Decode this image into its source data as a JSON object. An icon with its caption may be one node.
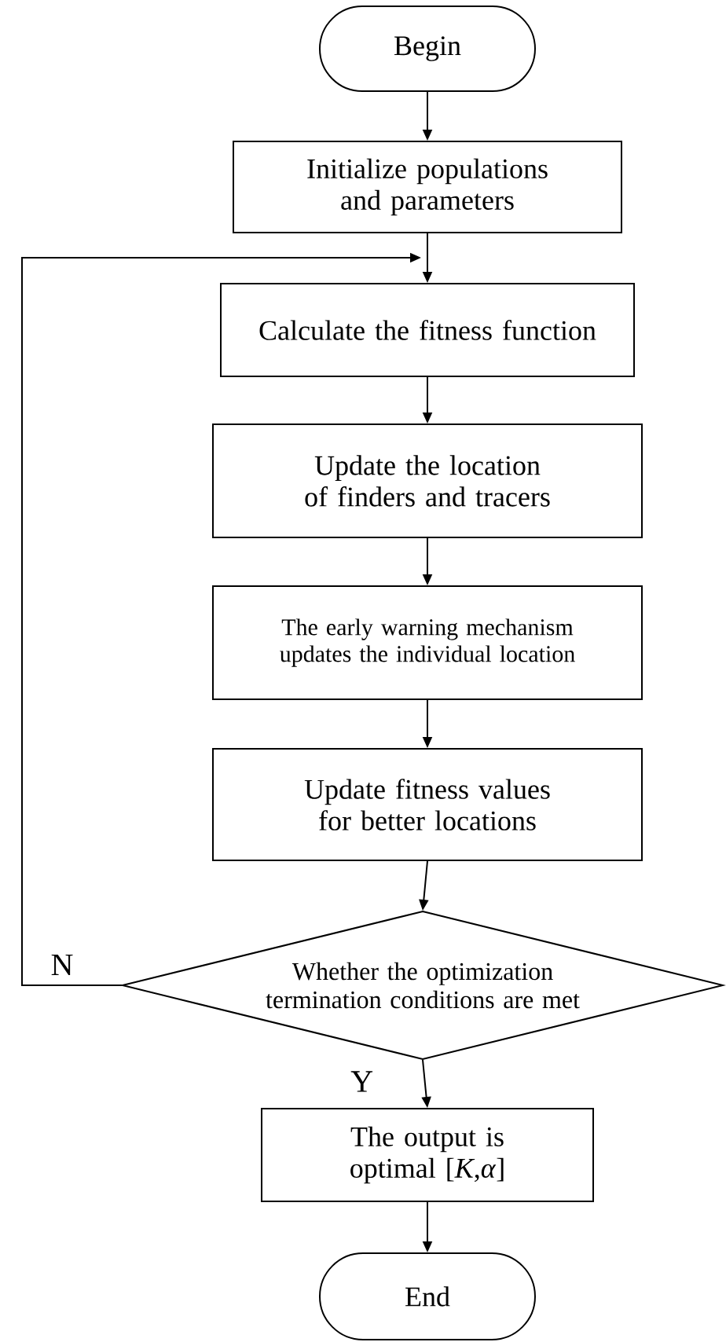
{
  "diagram": {
    "nodes": [
      {
        "text": [
          "Begin"
        ]
      },
      {
        "text": [
          "Initialize populations and parameters"
        ]
      },
      {
        "text": [
          "Calculate the fitness function"
        ]
      },
      {
        "text": [
          "Update the location of finders and tracers"
        ]
      },
      {
        "text": [
          "The early warning mechanism updates the individual location"
        ]
      },
      {
        "text": [
          "Update fitness values for better locations"
        ]
      },
      {
        "text": [
          "Whether the optimization termination conditions are met"
        ]
      },
      {
        "text": [
          "The output is optimal [*K*,*α*]"
        ]
      },
      {
        "text": [
          "End"
        ]
      }
    ],
    "edges": [
      {
        "from": 0,
        "to": 1,
        "arrow": "to"
      },
      {
        "from": 1,
        "to": 2,
        "arrow": "to"
      },
      {
        "from": 2,
        "to": 3,
        "arrow": "to"
      },
      {
        "from": 3,
        "to": 4,
        "arrow": "to"
      },
      {
        "from": 4,
        "to": 5,
        "arrow": "to"
      },
      {
        "from": 5,
        "to": 6,
        "arrow": "to"
      },
      {
        "from": 6,
        "to": 7,
        "arrow": "to",
        "label": "Y"
      },
      {
        "from": 7,
        "to": 8,
        "arrow": "to"
      },
      {
        "from": 6,
        "to": 2,
        "arrow": "to",
        "label": "N"
      }
    ]
  }
}
